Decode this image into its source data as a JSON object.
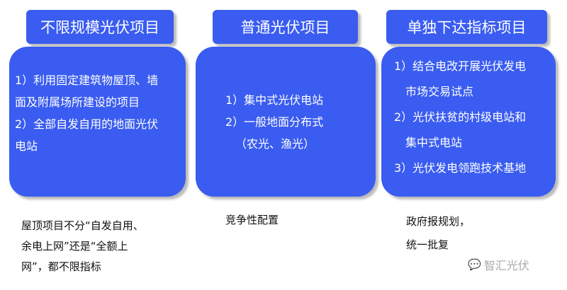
{
  "columns": [
    {
      "title": "不限规模光伏项目",
      "items": [
        "1）利用固定建筑物屋顶、墙",
        "面及附属场所建设的项目",
        "2）全部自发自用的地面光伏",
        "电站"
      ],
      "note": [
        "屋顶项目不分“自发自用、",
        "余电上网”还是“全额上",
        "网”，都不限指标"
      ]
    },
    {
      "title": "普通光伏项目",
      "items": [
        "1）集中式光伏电站",
        "2）一般地面分布式",
        "（农光、渔光）"
      ],
      "note": [
        "竞争性配置"
      ]
    },
    {
      "title": "单独下达指标项目",
      "items": [
        "1）结合电改开展光伏发电",
        "市场交易试点",
        "2）光伏扶贫的村级电站和",
        "集中式电站",
        "3）光伏发电领跑技术基地"
      ],
      "note": [
        "政府报规划，",
        "统一批复"
      ]
    }
  ],
  "watermark": "智汇光伏",
  "colors": {
    "box": "#3a5cf0"
  }
}
